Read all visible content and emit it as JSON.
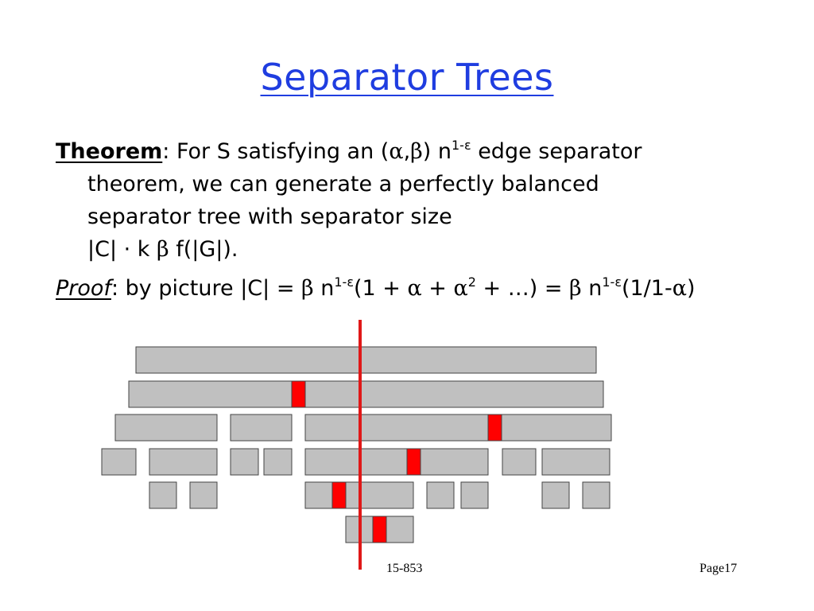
{
  "slide": {
    "title": "Separator Trees",
    "theorem": {
      "label": "Theorem",
      "t1": ": For S satisfying an (",
      "alpha": "α",
      "comma": ",",
      "beta": "β",
      "t2": ") n",
      "exp": "1-ε",
      "t3": " edge separator",
      "line2": "theorem, we can generate a perfectly balanced",
      "line3": "separator tree with separator size",
      "line4a": "|C| · k ",
      "line4b": " f(|G|)."
    },
    "proof": {
      "label": "Proof",
      "t1": ": by picture  |C| = ",
      "n": " n",
      "exp": "1-ε",
      "t2": "(1 + ",
      "t3": " + ",
      "sq": "2",
      "t4": " + …) = ",
      "t5": "(1/1-",
      "t6": ")"
    },
    "footer": {
      "course": "15-853",
      "page": "Page17"
    }
  },
  "colors": {
    "title": "#1f3de0",
    "box": "#c0c0c0",
    "separator": "#ff0000",
    "cut_line": "#e01818"
  }
}
